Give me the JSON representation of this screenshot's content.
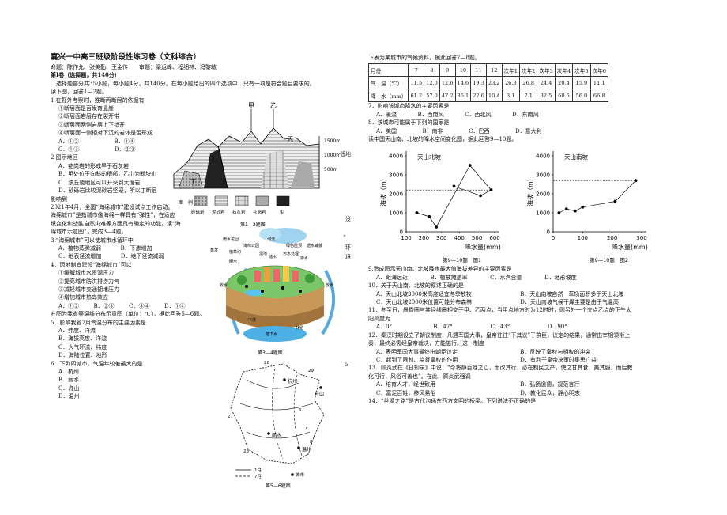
{
  "left": {
    "title": "嘉兴一中高三班级阶段性练习卷（文科综合）",
    "authors": "命题：陈作允、张美勤、王金传　　审题：梁运峰、程细林、冯黎敏",
    "part1": "第Ⅰ卷（选择题，共140分）",
    "instructions": "　选择题部分共35小题，每小题4分，共140分。在每小题给出的四个选项中，只有一项是符合题目要求的。",
    "intro12": "读下图，回答1—2题。",
    "q1": "1.在野外考察时，推断丙断层的依据有",
    "q1_items": [
      "①断层面是否发育悬崖",
      "②断层面岩层存在裂开带",
      "③断层面两侧岩层上下错开",
      "④断层面一侧相对下沉的岩体是否形成"
    ],
    "q1_tail": "低地",
    "q1_opts": [
      "A．①②",
      "B．①④",
      "C．①③",
      "D．②③"
    ],
    "q2": "2.图示地区",
    "q2_opts": [
      "A．花岗岩的形成早于石灰岩",
      "B．甲处位于向斜的槽部，乙山为断块山",
      "C．该丘陵地区可以开采到大理岩",
      "D．砂砾岩比较泥砂岩坚硬，所以丁断层"
    ],
    "q2_tail": "没",
    "q2_tail2": "影响到",
    "intro34_a": "2021年4月，全国“海绵城市”建设试点工作启动。",
    "intro34_b": "“",
    "intro34_c": "海绵城市”是指城市像海绵一样具有“弹性”，在适应",
    "intro34_d": "环",
    "intro34_e": "境变化和战胜自然灾难等方面具有确定的功能。读“海",
    "intro34_f": "境",
    "intro34_g": "绵城市示意图”，完成3—4题。",
    "q3": "3.“海绵城市”可以使城市水循环中",
    "q3_opts": [
      "A．植物蒸腾减弱",
      "B．下渗增加",
      "C．地表径流增加",
      "D．地下径流减弱"
    ],
    "q4": "4．因地制宜建设“海绵城市”可以",
    "q4_items": [
      "①缓解城市水资源压力",
      "②提高城市防洪排涝力气",
      "③减轻城市交通拥堵压力",
      "④增加城市热岛效应"
    ],
    "q4_opts": [
      "A．①②",
      "B．②③",
      "C．③④",
      "D．①④"
    ],
    "intro56": "右图为我省等温线分布示意图（单位：℃），据此回答5—6题。",
    "intro56_tail": "5—",
    "q5": "5．影响我省7月气温分布的主要因素是",
    "q5_opts": [
      "A．纬度、洋流",
      "B．海拔高度、洋流",
      "C．大气环流、纬度",
      "D．海陆位置、地形"
    ],
    "q6": "6．下列四城市，气温年较差最大的是",
    "q6_opts": [
      "A．杭州",
      "B．丽水",
      "C．舟山",
      "D．温州"
    ]
  },
  "fig12": {
    "labels": {
      "jia": "甲",
      "yi": "乙",
      "bing": "丙",
      "ding": "丁",
      "lowland": "低地",
      "h1": "1500m",
      "h2": "1000m",
      "h3": "500m"
    },
    "legend_head": "图　例",
    "legend": [
      "砂砾岩",
      "泥砂岩",
      "石灰岩",
      "花岗岩",
      "①"
    ],
    "caption": "第1—2题图"
  },
  "fig34": {
    "labels": [
      "雨水花园",
      "海绵公园",
      "河流",
      "绿色屋顶",
      "透水铺装",
      "植草沟",
      "湿地",
      "树木",
      "污水处理厂",
      "蒸发",
      "收水",
      "储水",
      "放水",
      "排水",
      "补给",
      "地下水",
      "下渗"
    ],
    "caption": "第3—4题图"
  },
  "fig56": {
    "labels": {
      "hz": "杭州",
      "zs": "舟山",
      "ls": "丽水",
      "wz": "温州",
      "iso": [
        "28",
        "29",
        "27",
        "28",
        "6",
        "7",
        "8"
      ],
      "legend_jan": "1月",
      "legend_jul": "7月",
      "legend_city": "城市"
    },
    "caption": "第5—6题图"
  },
  "right": {
    "intro78": "下表为某城市的气候资料，据此回答7—8题。",
    "table": {
      "header": [
        "月份",
        "7",
        "8",
        "9",
        "10",
        "11",
        "12",
        "次年1",
        "次年2",
        "次年3",
        "次年4",
        "次年5",
        "次年6"
      ],
      "temp_label": "气　温（℃）",
      "temp": [
        "11.5",
        "12.0",
        "12.6",
        "14.6",
        "19.3",
        "23.2",
        "26.3",
        "26.8",
        "24.4",
        "20.4",
        "15.9",
        "11.1"
      ],
      "rain_label": "降　水（mm）",
      "rain": [
        "61.2",
        "57.0",
        "47.2",
        "36.1",
        "22.6",
        "10.4",
        "3.1",
        "7.1",
        "32.5",
        "60.5",
        "56.0",
        "66.8"
      ]
    },
    "q7": "7．影响该城市降水的主要因素是",
    "q7_opts": [
      "A．暖流",
      "B．西南风",
      "C．西北风",
      "D．东南风"
    ],
    "q8": "8．该城市可能属于下列的国家是",
    "q8_opts": [
      "A．美国",
      "B．南非",
      "C．巴西",
      "D．意大利"
    ],
    "intro910": "读中国天山南、北坡的降水空间变化图，据此回答9—10题。",
    "q9": "9.造成图示天山南、北坡降水最大值海拔差异的主要因素是",
    "q9_opts": [
      "A．距海远近",
      "B．植被掩盖率",
      "C．水汽含量",
      "D．地形坡度"
    ],
    "q10": "10．关于天山南、北坡的叙述正确的是",
    "q10_opts": [
      "A．天山北坡3000米高度适宜冬季放牧",
      "B．天山南坡自然　草场面积多于天山北坡",
      "C．天山北坡2000米位置可能分布森林",
      "D．天山南坡气候干燥主要是由于气温高"
    ],
    "q11a": "11．冬至日，晨昏圈与某经线圈相交于甲、乙两点，当甲点地方时为12时时，则另外一个交点乙点的正午太",
    "q11b": "阳高度为",
    "q11_opts": [
      "A．0°",
      "B．47°",
      "C．43°",
      "D．90°"
    ],
    "q12a": "12．秦汉时期设立了朝议制度，凡遇军国大事，皇帝往往“下其议”于群臣，议定的结果，通常由宰相领衔上",
    "q12b": "奏，最终必需经皇帝裁决，方能施行。这一制度",
    "q12_opts": [
      "A．表明军国大事最终由朝臣议定",
      "B．反映了皇权与相权的冲突",
      "C．起到了限制、监督皇权的作用",
      "D．有利于皇帝决策时集思广益"
    ],
    "q13a": "13．顾炎武在《日知录》中说：“今将静百姓之心，而改其行，必在制民之产，使之甘其食，美其服，而后教",
    "q13b": "化可行，风俗可善也”。在此，顾炎武强调",
    "q13_opts": [
      "A．培育人才，经世致用",
      "B．弘扬道德，规范言行",
      "C．富足百姓，移风易俗",
      "D．教化民众，静心明志"
    ],
    "q14": "14．“丝绸之路”是古代沟通东西方文明的桥梁。下列说法不正确的是"
  },
  "chart_data": [
    {
      "type": "scatter",
      "title": "天山北坡",
      "xlabel": "降水量(mm)",
      "ylabel": "海拔（m）",
      "xlim": [
        100,
        600
      ],
      "ylim": [
        0,
        4000
      ],
      "xticks": [
        "100",
        "200",
        "300",
        "400",
        "500",
        "600"
      ],
      "yticks": [
        "0",
        "1000",
        "2000",
        "3000",
        "4000"
      ],
      "x": [
        160,
        230,
        270,
        460,
        580,
        520,
        370
      ],
      "y": [
        1000,
        800,
        250,
        3500,
        2200,
        1900,
        2400
      ],
      "caption": "第9—10题　图1"
    },
    {
      "type": "scatter",
      "title": "天山南坡",
      "xlabel": "降水量(mm)",
      "ylabel": "海拔（m）",
      "xlim": [
        0,
        300
      ],
      "ylim": [
        0,
        4000
      ],
      "xticks": [
        "0",
        "100",
        "200",
        "300"
      ],
      "yticks": [
        "0",
        "1000",
        "2000",
        "3000",
        "4000"
      ],
      "x": [
        20,
        45,
        75,
        100,
        210,
        280
      ],
      "y": [
        1000,
        1200,
        1100,
        1300,
        1600,
        2700
      ],
      "caption": "第9—10题　图2"
    }
  ]
}
